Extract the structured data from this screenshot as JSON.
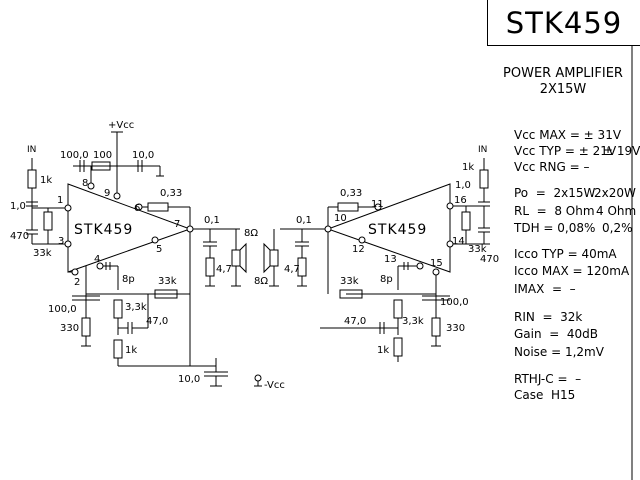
{
  "part_number": "STK459",
  "heading": {
    "line1": "POWER AMPLIFIER",
    "line2": "2X15W"
  },
  "specs": {
    "vcc_max": "Vcc MAX = ± 31V",
    "vcc_typ": "Vcc TYP = ± 21V",
    "vcc_typ2": "± 19V",
    "vcc_rng": "Vcc RNG = –",
    "po": "Po  =  2x15W",
    "po2": "2x20W",
    "rl": "RL  =  8 Ohm",
    "rl2": "4 Ohm",
    "thd": "TDH = 0,08%",
    "thd2": "0,2%",
    "icco_typ": "Icco TYP = 40mA",
    "icco_max": "Icco MAX = 120mA",
    "imax": "IMAX  =  –",
    "rin": "RIN  =  32k",
    "gain": "Gain  =  40dB",
    "noise": "Noise = 1,2mV",
    "rthjc": "RTHJ-C =  –",
    "case": "Case  H15"
  },
  "schematic": {
    "chip_label": "STK459",
    "vcc_pos": "+Vcc",
    "vcc_neg": "-Vcc",
    "in_left": "IN",
    "in_right": "IN",
    "pins_left": [
      "1",
      "2",
      "3",
      "4",
      "5",
      "6",
      "7",
      "8",
      "9"
    ],
    "pins_right": [
      "10",
      "11",
      "12",
      "13",
      "14",
      "15",
      "16"
    ],
    "components_left": [
      "1k",
      "1,0",
      "470",
      "33k",
      "100,0",
      "100",
      "10,0",
      "0,33",
      "0,1",
      "4,7",
      "8Ω",
      "8p",
      "33k",
      "3,3k",
      "47,0",
      "1k",
      "100,0",
      "330"
    ],
    "components_right": [
      "0,33",
      "0,1",
      "4,7",
      "8Ω",
      "1k",
      "1,0",
      "470",
      "33k",
      "33k",
      "8p",
      "47,0",
      "3,3k",
      "1k",
      "100,0",
      "330"
    ],
    "bottom_cap": "10,0"
  }
}
